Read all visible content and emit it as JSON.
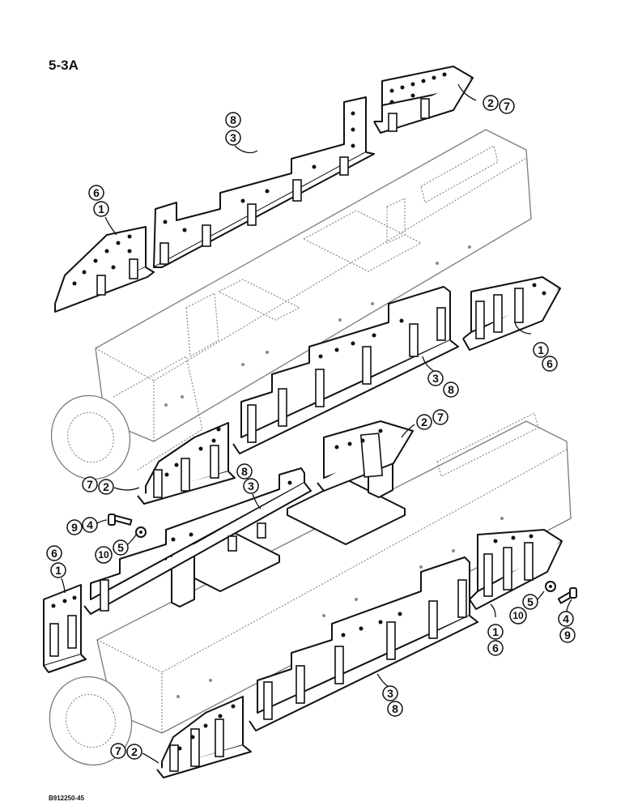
{
  "figure": {
    "label": "5-3A",
    "code": "B912250-45"
  },
  "callouts": [
    {
      "id": "c1",
      "numbers": [
        "2",
        "7"
      ]
    },
    {
      "id": "c2",
      "numbers": [
        "8",
        "3"
      ]
    },
    {
      "id": "c3",
      "numbers": [
        "6",
        "1"
      ]
    },
    {
      "id": "c4",
      "numbers": [
        "1",
        "6"
      ]
    },
    {
      "id": "c5",
      "numbers": [
        "3",
        "8"
      ]
    },
    {
      "id": "c6",
      "numbers": [
        "2",
        "7"
      ]
    },
    {
      "id": "c7",
      "numbers": [
        "7",
        "2"
      ]
    },
    {
      "id": "c8",
      "numbers": [
        "8",
        "3"
      ]
    },
    {
      "id": "c9",
      "numbers": [
        "9",
        "4"
      ]
    },
    {
      "id": "c10",
      "numbers": [
        "10",
        "5"
      ]
    },
    {
      "id": "c11",
      "numbers": [
        "6",
        "1"
      ]
    },
    {
      "id": "c12",
      "numbers": [
        "5",
        "10"
      ]
    },
    {
      "id": "c13",
      "numbers": [
        "4",
        "9"
      ]
    },
    {
      "id": "c14",
      "numbers": [
        "1",
        "6"
      ]
    },
    {
      "id": "c15",
      "numbers": [
        "3",
        "8"
      ]
    },
    {
      "id": "c16",
      "numbers": [
        "7",
        "2"
      ]
    }
  ]
}
